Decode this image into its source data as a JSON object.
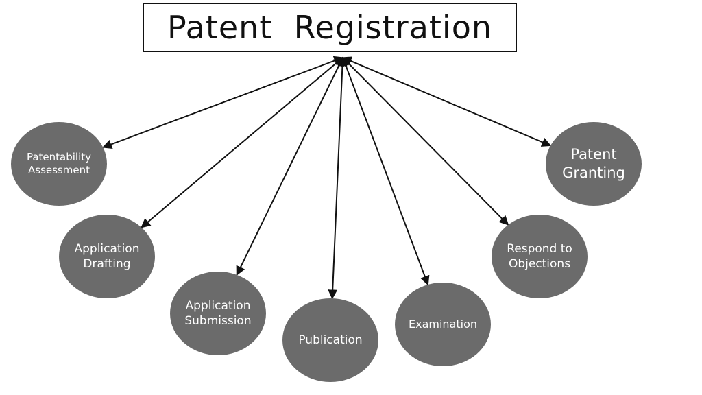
{
  "title": "Patent  Registration",
  "colors": {
    "node_fill": "#6b6b6b",
    "node_text": "#ffffff",
    "arrow": "#111111",
    "title_border": "#111111"
  },
  "nodes": [
    {
      "id": "patentability-assessment",
      "label": "Patentability\nAssessment"
    },
    {
      "id": "application-drafting",
      "label": "Application\nDrafting"
    },
    {
      "id": "application-submission",
      "label": "Application\nSubmission"
    },
    {
      "id": "publication",
      "label": "Publication"
    },
    {
      "id": "examination",
      "label": "Examination"
    },
    {
      "id": "respond-to-objections",
      "label": "Respond to\nObjections"
    },
    {
      "id": "patent-granting",
      "label": "Patent\nGranting"
    }
  ],
  "edges": [
    {
      "from": "title",
      "to": "patentability-assessment"
    },
    {
      "from": "title",
      "to": "application-drafting"
    },
    {
      "from": "title",
      "to": "application-submission"
    },
    {
      "from": "title",
      "to": "publication"
    },
    {
      "from": "title",
      "to": "examination"
    },
    {
      "from": "title",
      "to": "respond-to-objections"
    },
    {
      "from": "title",
      "to": "patent-granting"
    }
  ]
}
